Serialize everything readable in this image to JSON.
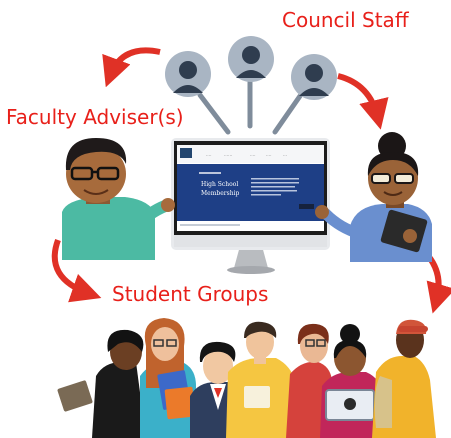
{
  "labels": {
    "council_staff": "Council Staff",
    "faculty_advisers": "Faculty Adviser(s)",
    "student_groups": "Student Groups"
  },
  "screen": {
    "title_line1": "High School",
    "title_line2": "Membership"
  },
  "colors": {
    "label_red": "#e8201a",
    "arrow_red": "#e03126",
    "avatar_bg": "#a9b5c3",
    "avatar_fg": "#2f3d4f",
    "screen_blue": "#1e3f86"
  }
}
